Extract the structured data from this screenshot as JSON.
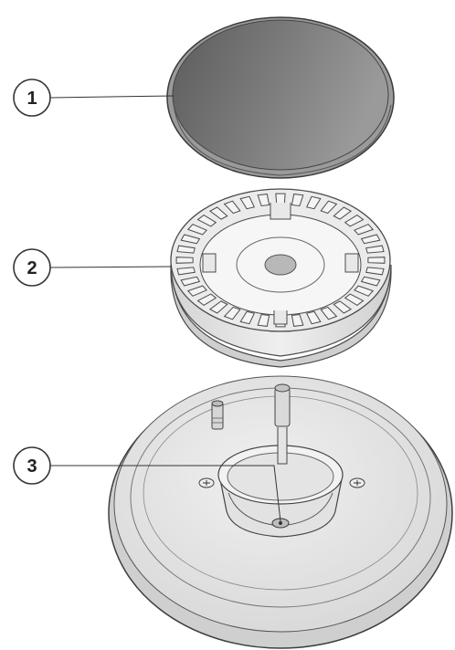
{
  "diagram": {
    "callouts": [
      {
        "label": "1",
        "part": "burner-cap"
      },
      {
        "label": "2",
        "part": "flame-spreader"
      },
      {
        "label": "3",
        "part": "burner-base-injector"
      }
    ],
    "colors": {
      "cap_fill": "#6f6f6f",
      "cap_rim": "#8a8a8a",
      "part_fill": "#e6e6e6",
      "part_stroke": "#4a4a4a",
      "center_dot": "#b8b8b8",
      "callout_line": "#333333"
    }
  }
}
